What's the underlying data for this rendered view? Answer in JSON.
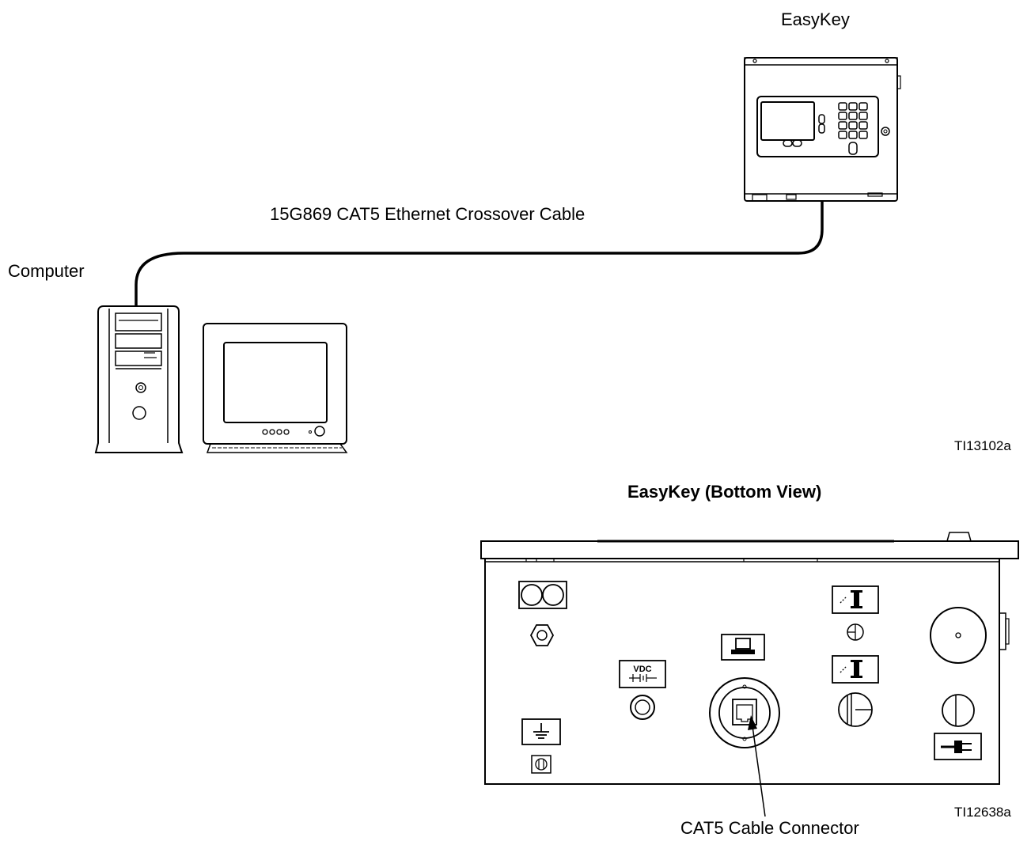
{
  "labels": {
    "easykey": "EasyKey",
    "cable": "15G869 CAT5 Ethernet Crossover Cable",
    "computer": "Computer",
    "fig_code_top": "TI13102a",
    "bottom_view_title": "EasyKey (Bottom View)",
    "fig_code_bottom": "TI12638a",
    "connector_callout": "CAT5 Cable Connector",
    "vdc_label": "VDC"
  },
  "icons": {
    "device_front": "easykey-front-icon",
    "computer_tower": "computer-tower-icon",
    "monitor": "crt-monitor-icon",
    "keyboard": "keyboard-icon",
    "ground": "ground-symbol-icon",
    "dc_power": "dc-power-symbol-icon",
    "network": "computer-network-icon",
    "hazard": "hazardous-location-icon",
    "power_plug": "power-plug-icon"
  },
  "colors": {
    "line": "#000000",
    "background": "#ffffff"
  }
}
